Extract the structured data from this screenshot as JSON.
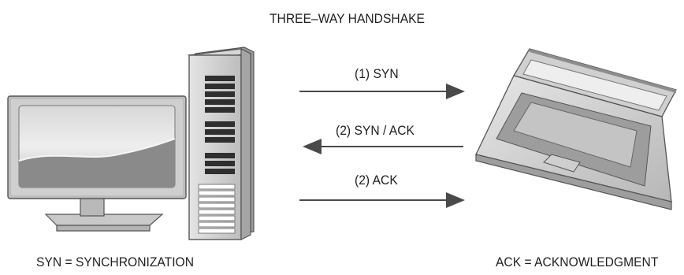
{
  "title": "THREE–WAY HANDSHAKE",
  "arrows": [
    {
      "label": "(1) SYN",
      "direction": "right"
    },
    {
      "label": "(2) SYN / ACK",
      "direction": "left"
    },
    {
      "label": "(2) ACK",
      "direction": "right"
    }
  ],
  "legend": {
    "left": "SYN = SYNCHRONIZATION",
    "right": "ACK = ACKNOWLEDGMENT"
  },
  "devices": {
    "left": [
      "monitor-icon",
      "server-tower-icon"
    ],
    "right": [
      "laptop-icon"
    ]
  },
  "colors": {
    "arrow": "#4a4a4a",
    "device_body": "#c8c8c8",
    "device_outline": "#555555"
  }
}
